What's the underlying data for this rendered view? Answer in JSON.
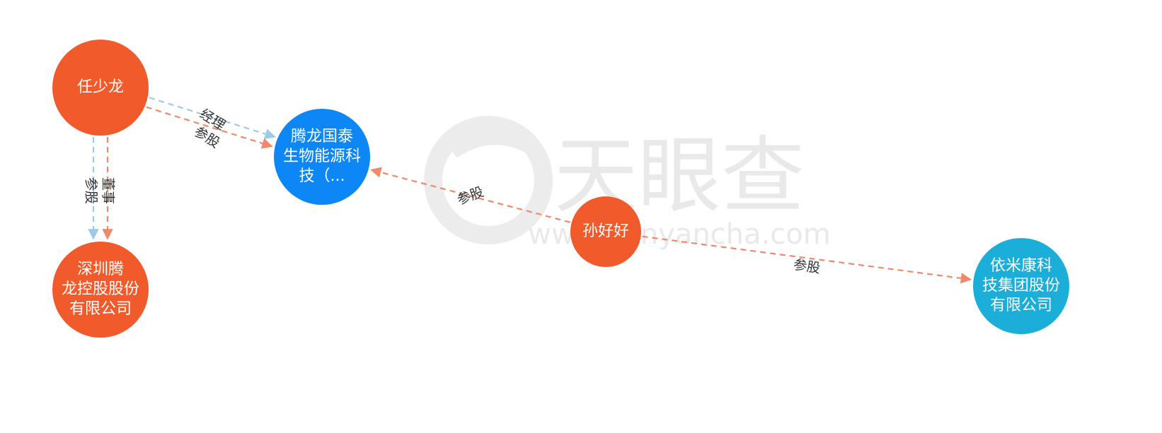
{
  "watermark": {
    "brand": "天眼查",
    "url": "www.tianyancha.com"
  },
  "colors": {
    "person": "#f15a2b",
    "company_primary": "#0d87f6",
    "company_secondary": "#1aaed9",
    "edge_invest": "#f0886a",
    "edge_role": "#9ccbe6",
    "watermark": "#e7e7e7"
  },
  "nodes": [
    {
      "id": "ren",
      "kind": "person",
      "lines": [
        "任少龙"
      ]
    },
    {
      "id": "shenzhen",
      "kind": "person",
      "lines": [
        "深圳腾",
        "龙控股股份",
        "有限公司"
      ]
    },
    {
      "id": "tenglong",
      "kind": "company_primary",
      "lines": [
        "腾龙国泰",
        "生物能源科",
        "技（..."
      ]
    },
    {
      "id": "sun",
      "kind": "person",
      "lines": [
        "孙好好"
      ]
    },
    {
      "id": "yimikang",
      "kind": "company_secondary",
      "lines": [
        "依米康科",
        "技集团股份",
        "有限公司"
      ]
    }
  ],
  "edges": [
    {
      "from": "ren",
      "to": "tenglong",
      "type": "role",
      "label": "经理"
    },
    {
      "from": "ren",
      "to": "tenglong",
      "type": "invest",
      "label": "参股"
    },
    {
      "from": "ren",
      "to": "shenzhen",
      "type": "invest",
      "label": "参股"
    },
    {
      "from": "ren",
      "to": "shenzhen",
      "type": "role",
      "label": "董事"
    },
    {
      "from": "sun",
      "to": "tenglong",
      "type": "invest",
      "label": "参股"
    },
    {
      "from": "sun",
      "to": "yimikang",
      "type": "invest",
      "label": "参股"
    }
  ]
}
